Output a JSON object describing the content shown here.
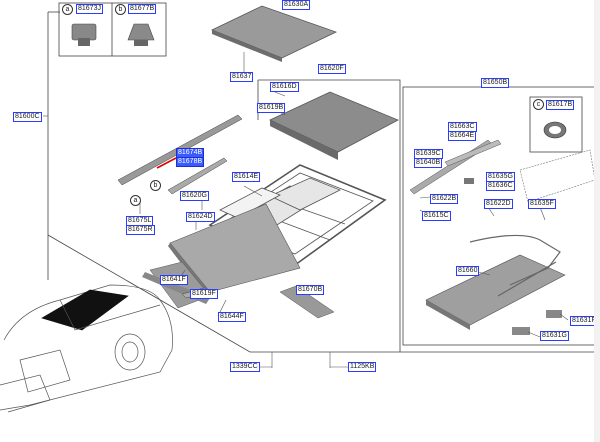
{
  "labels": {
    "l81600C": "81600C",
    "l81630A": "81630A",
    "l81637": "81637",
    "l81620F": "81620F",
    "l81616D": "81616D",
    "l81619B": "81619B",
    "l81650B": "81650B",
    "l81617B": "81617B",
    "l81673J": "81673J",
    "l81677B": "81677B",
    "l81674B": "81674B",
    "l81678B": "81678B",
    "l81675L": "81675L",
    "l81675R": "81675R",
    "l81620G": "81620G",
    "l81624D": "81624D",
    "l81614E": "81614E",
    "l81663C": "81663C",
    "l81664E": "81664E",
    "l81639C": "81639C",
    "l81640B": "81640B",
    "l81635G": "81635G",
    "l81636C": "81636C",
    "l81622B": "81622B",
    "l81615C": "81615C",
    "l81622D": "81622D",
    "l81635F": "81635F",
    "l81660": "81660",
    "l81641F": "81641F",
    "l81619F": "81619F",
    "l81644F": "81644F",
    "l81670B": "81670B",
    "l81631F": "81631F",
    "l81631G": "81631G",
    "l1339CC": "1339CC",
    "l1125KB": "1125KB"
  },
  "callouts": {
    "a": "a",
    "b": "b",
    "c": "c"
  },
  "colors": {
    "label_border": "#2a3cff",
    "highlight": "#3b5bff",
    "arrow": "#e00000"
  }
}
